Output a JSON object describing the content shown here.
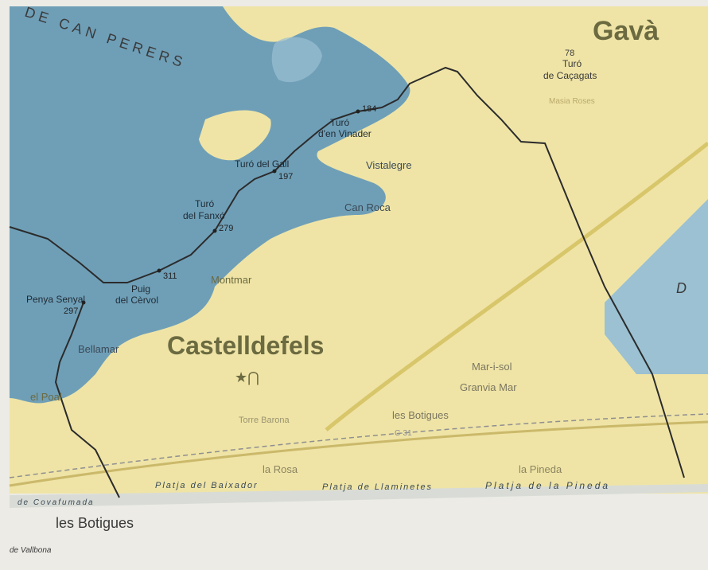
{
  "colors": {
    "land": "#efe4a6",
    "forest": "#6f9fb7",
    "sea": "#9bc1d2",
    "paper": "#ecebe6",
    "boundary": "#2b2b2b",
    "label_dark": "#3a3a3a",
    "label_town": "#6b6a40"
  },
  "labels": {
    "massif": "DE CAN PERERS",
    "gava": "Gavà",
    "castelldefels": "Castelldefels",
    "les_botigues_big": "les Botigues",
    "turo_cacagats": "Turó",
    "turo_cacagats2": "de Caçagats",
    "alt_78": "78",
    "turo_vinader": "Turó",
    "turo_vinader2": "d'en Vinader",
    "alt_184": "184",
    "turo_gall": "Turó del Gall",
    "alt_197": "197",
    "turo_fanxo": "Turó",
    "turo_fanxo2": "del Fanxó",
    "alt_279": "279",
    "puig_cervol": "Puig",
    "puig_cervol2": "del Cèrvol",
    "alt_311": "311",
    "penya_senyal": "Penya Senyal",
    "alt_297": "297",
    "vistalegre": "Vistalegre",
    "can_roca": "Can Roca",
    "montmar": "Montmar",
    "bellamar": "Bellamar",
    "el_poal": "el Poal",
    "mar_i_sol": "Mar-i-sol",
    "granvia_mar": "Granvia Mar",
    "les_botigues_small": "les Botigues",
    "la_rosa": "la Rosa",
    "la_pineda": "la Pineda",
    "platja_baixador": "Platja del Baixador",
    "platja_llarga": "Platja de Llaminetes",
    "platja_pineda": "Platja de la Pineda",
    "covafumada": "de Covafumada",
    "de_vallbona": "de Vallbona",
    "masia_roses": "Masia Roses",
    "torre_barona": "Torre Barona",
    "c31": "C-31",
    "d_letter": "D"
  }
}
